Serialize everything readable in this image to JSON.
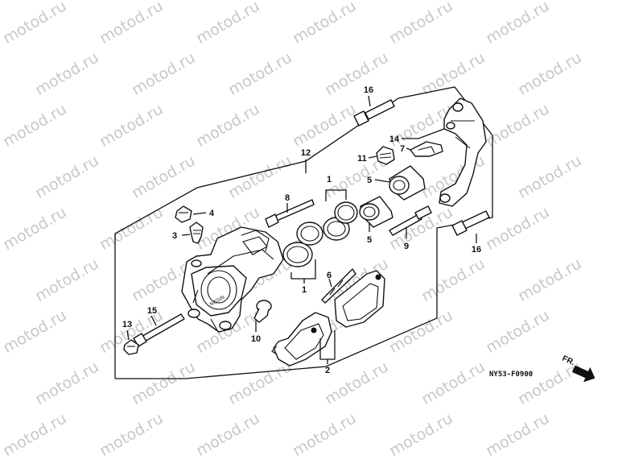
{
  "watermark": {
    "text": "motod.ru"
  },
  "diagram": {
    "code": "NY53-F0900",
    "direction_label": "FR.",
    "callouts": {
      "c1a": "1",
      "c1b": "1",
      "c2": "2",
      "c3": "3",
      "c4": "4",
      "c5a": "5",
      "c5b": "5",
      "c6": "6",
      "c7": "7",
      "c8": "8",
      "c9": "9",
      "c10": "10",
      "c11": "11",
      "c12": "12",
      "c13": "13",
      "c14": "14",
      "c15": "15",
      "c16a": "16",
      "c16b": "16"
    }
  }
}
